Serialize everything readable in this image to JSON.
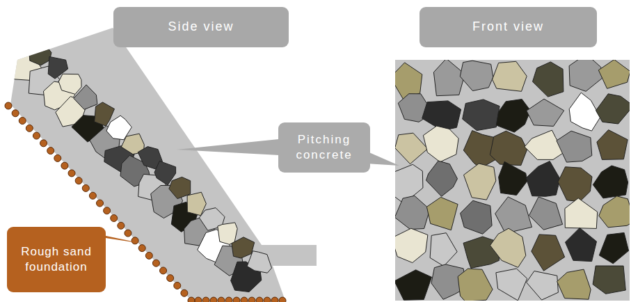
{
  "diagram": {
    "nodes": [
      {
        "text": [
          "Side view"
        ]
      },
      {
        "text": [
          "Front view"
        ]
      },
      {
        "text": [
          "Pitching concrete"
        ]
      },
      {
        "text": [
          "Rough sand foundation"
        ]
      }
    ]
  }
}
